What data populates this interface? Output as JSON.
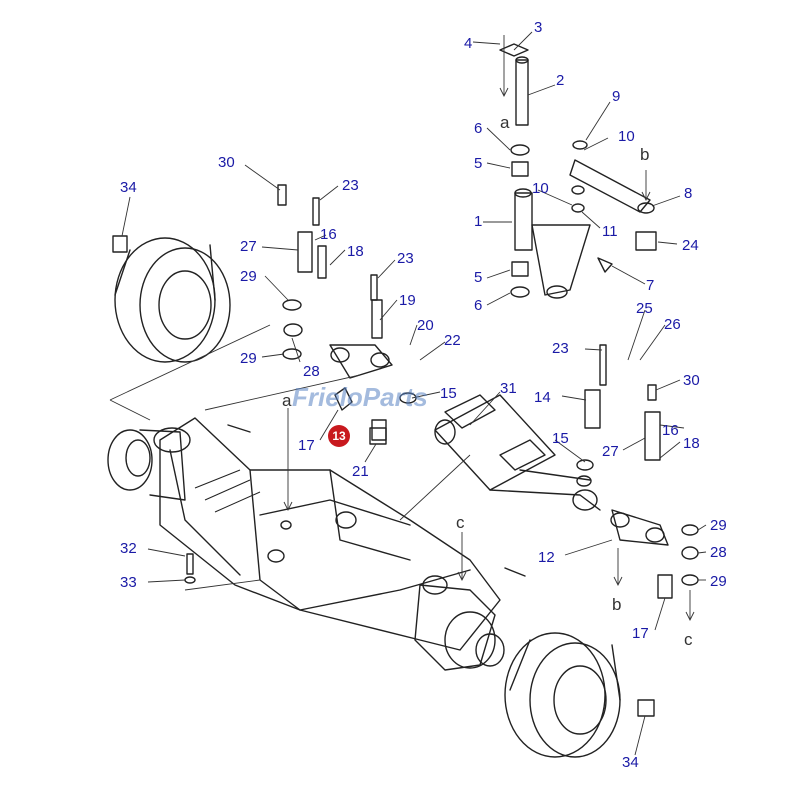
{
  "watermark": "FrieloParts",
  "highlight": {
    "label": "13",
    "color": "#c8191e"
  },
  "colors": {
    "callout": "#1a1aa6",
    "line": "#222222",
    "watermark": "#5a84c4"
  },
  "refs": [
    "a",
    "a",
    "b",
    "b",
    "c",
    "c"
  ],
  "callouts": [
    "4",
    "3",
    "2",
    "9",
    "10",
    "6",
    "5",
    "10",
    "8",
    "1",
    "11",
    "24",
    "5",
    "7",
    "6",
    "34",
    "30",
    "23",
    "16",
    "27",
    "18",
    "23",
    "29",
    "19",
    "20",
    "22",
    "29",
    "28",
    "17",
    "21",
    "15",
    "31",
    "25",
    "26",
    "23",
    "30",
    "14",
    "15",
    "16",
    "27",
    "18",
    "29",
    "12",
    "28",
    "29",
    "17",
    "32",
    "33",
    "34"
  ]
}
